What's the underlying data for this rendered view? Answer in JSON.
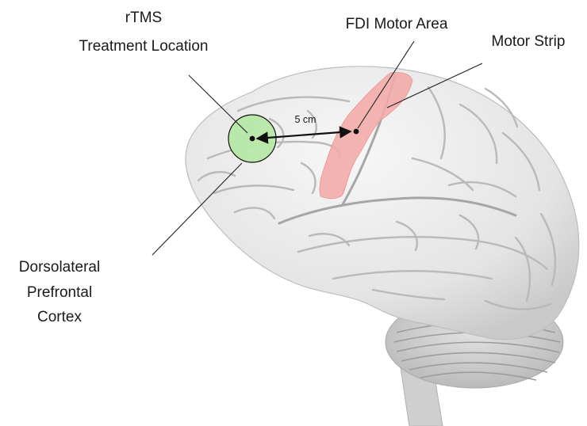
{
  "labels": {
    "treatment_line1": "rTMS",
    "treatment_line2": "Treatment Location",
    "fdi": "FDI Motor Area",
    "motor_strip": "Motor Strip",
    "distance": "5 cm",
    "dlpfc_line1": "Dorsolateral",
    "dlpfc_line2": "Prefrontal",
    "dlpfc_line3": "Cortex"
  },
  "colors": {
    "treatment_circle": "#b6e8a6",
    "motor_strip": "#f2aaa6",
    "brain": "#e6e6e6",
    "label_text": "#1a1a1a"
  }
}
